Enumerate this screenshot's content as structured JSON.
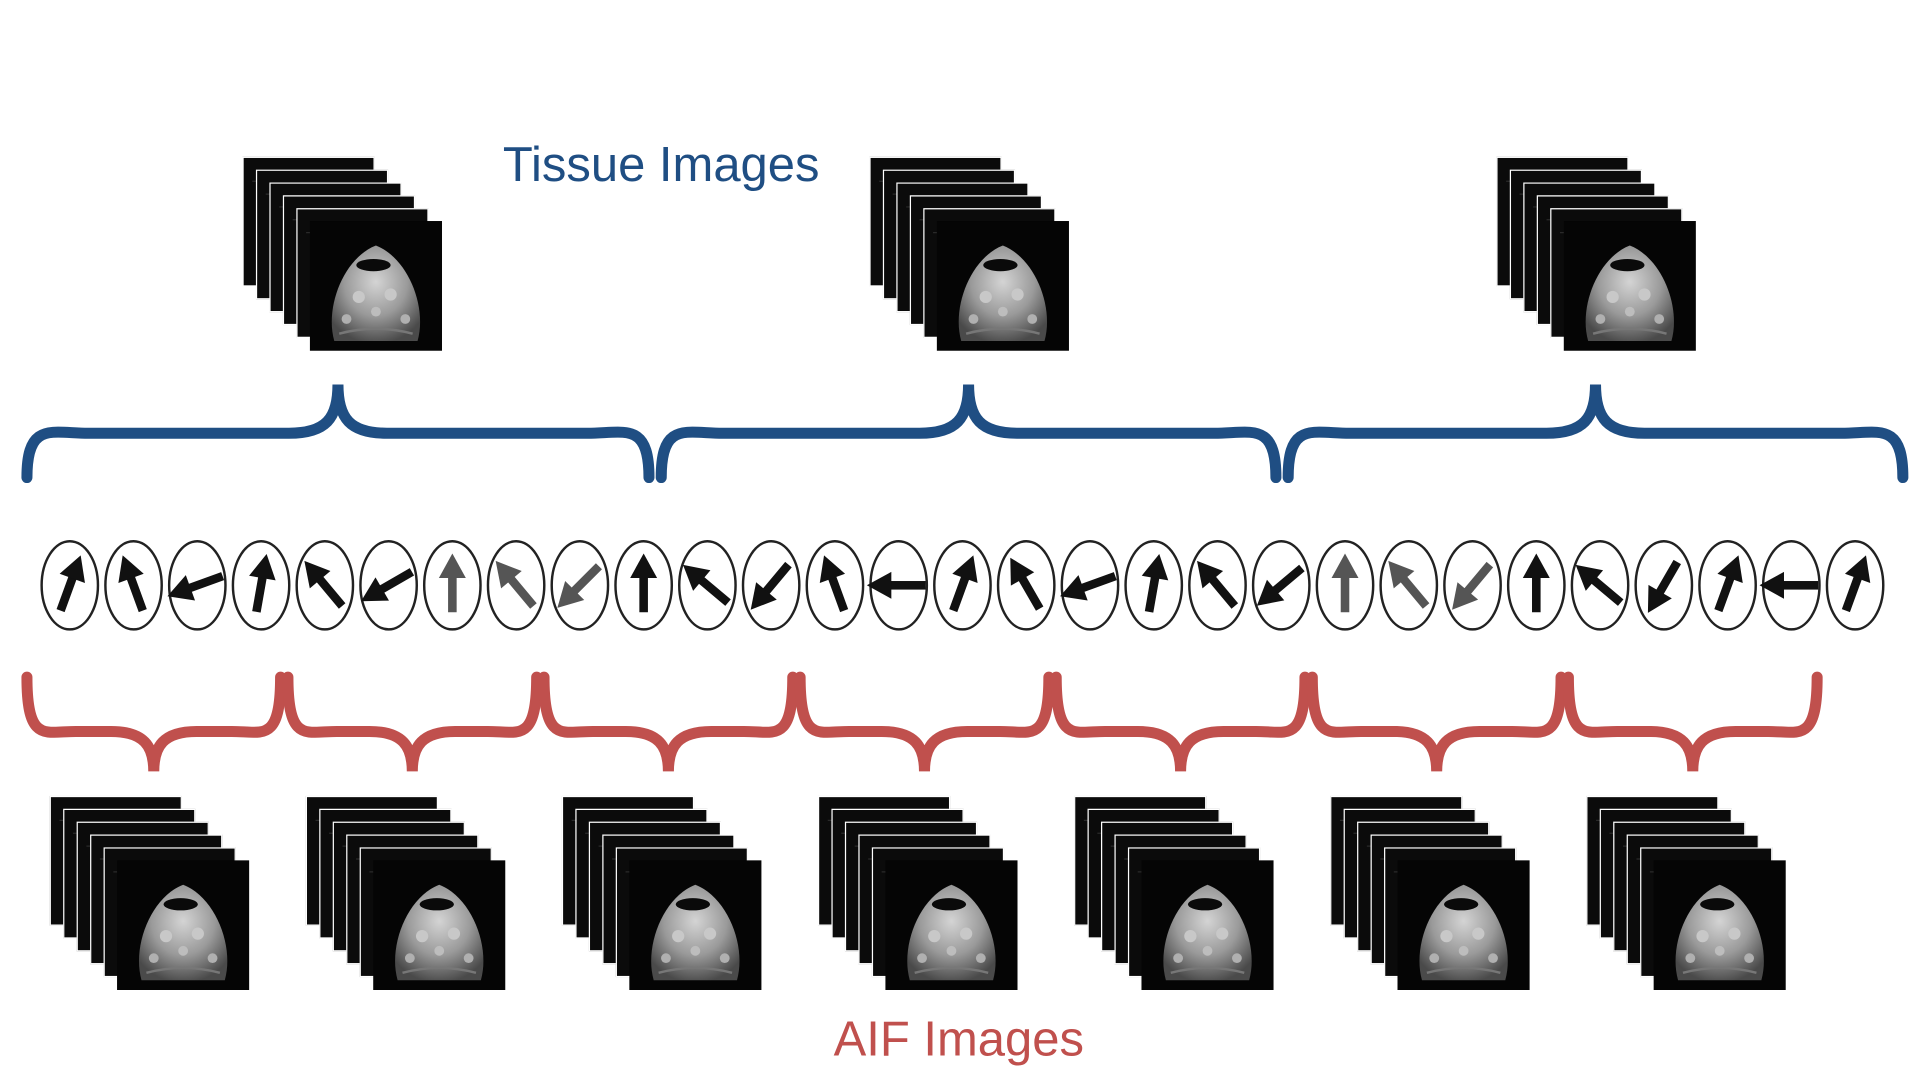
{
  "labels": {
    "tissue": "Tissue Images",
    "aif": "AIF Images"
  },
  "colors": {
    "tissue": "#1f4e83",
    "aif": "#c0504d",
    "background": "#ffffff",
    "arrow": "#111111",
    "arrow_faded": "#555555"
  },
  "tissue_group_count": 3,
  "aif_group_count": 7,
  "frames_per_stack": 6,
  "projection_angles_deg": [
    200,
    160,
    70,
    190,
    140,
    60,
    180,
    140,
    45,
    180,
    130,
    40,
    160,
    90,
    200,
    150,
    70,
    190,
    140,
    50,
    180,
    140,
    40,
    180,
    130,
    30,
    200,
    90,
    200
  ],
  "faded_projection_indices": [
    6,
    7,
    8,
    20,
    21,
    22
  ]
}
